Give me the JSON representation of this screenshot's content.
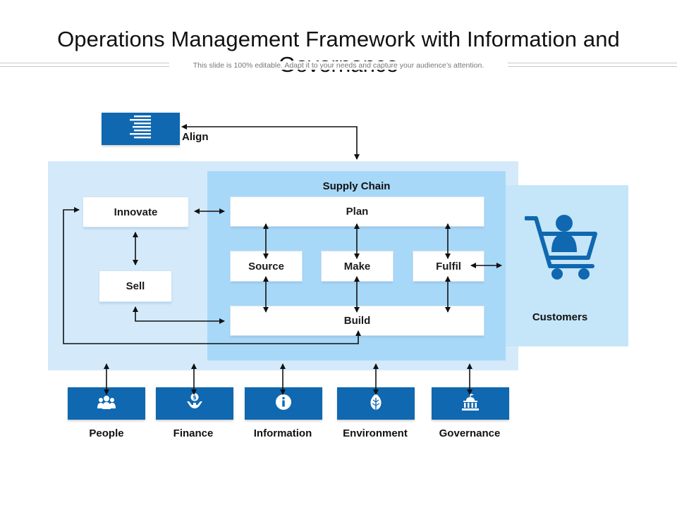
{
  "header": {
    "title": "Operations Management Framework with Information and Governance",
    "subtitle": "This slide is 100% editable. Adapt it to your needs and capture your audience’s attention."
  },
  "align": {
    "label": "Align",
    "icon": "list-lines-icon"
  },
  "supply_chain": {
    "title": "Supply Chain",
    "plan": "Plan",
    "source": "Source",
    "make": "Make",
    "fulfil": "Fulfil",
    "build": "Build"
  },
  "left": {
    "innovate": "Innovate",
    "sell": "Sell"
  },
  "customers": {
    "label": "Customers",
    "icon": "shopping-cart-user-icon"
  },
  "bottom_items": [
    {
      "label": "People",
      "icon": "people-group-icon"
    },
    {
      "label": "Finance",
      "icon": "hand-coin-icon"
    },
    {
      "label": "Information",
      "icon": "info-icon"
    },
    {
      "label": "Environment",
      "icon": "leaf-icon"
    },
    {
      "label": "Governance",
      "icon": "government-building-icon"
    }
  ],
  "colors": {
    "tile_blue": "#0f68b0",
    "light_panel": "#d4eafa",
    "supply_panel": "#a8d8f8",
    "customers_panel": "#c5e5f8"
  }
}
